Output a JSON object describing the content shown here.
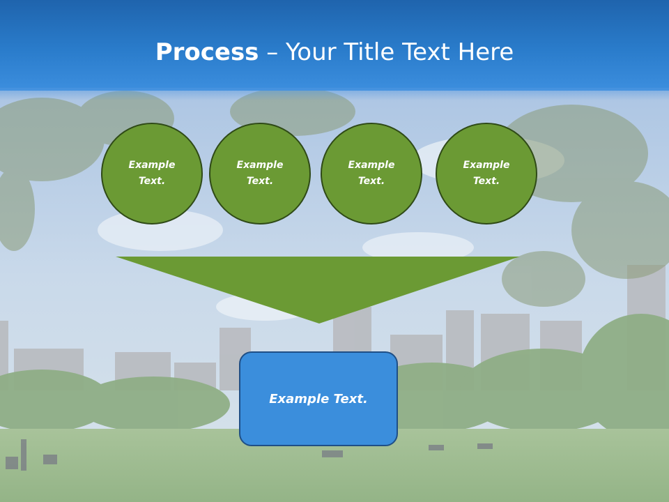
{
  "title": {
    "bold": "Process",
    "rest": " – Your Title Text Here"
  },
  "steps": [
    {
      "label": "Example Text."
    },
    {
      "label": "Example Text."
    },
    {
      "label": "Example Text."
    },
    {
      "label": "Example Text."
    }
  ],
  "result": {
    "label": "Example Text."
  },
  "colors": {
    "header": "#2a7ccb",
    "circle": "#6b9a34",
    "arrow": "#6b9a34",
    "box": "#3b8edc"
  }
}
